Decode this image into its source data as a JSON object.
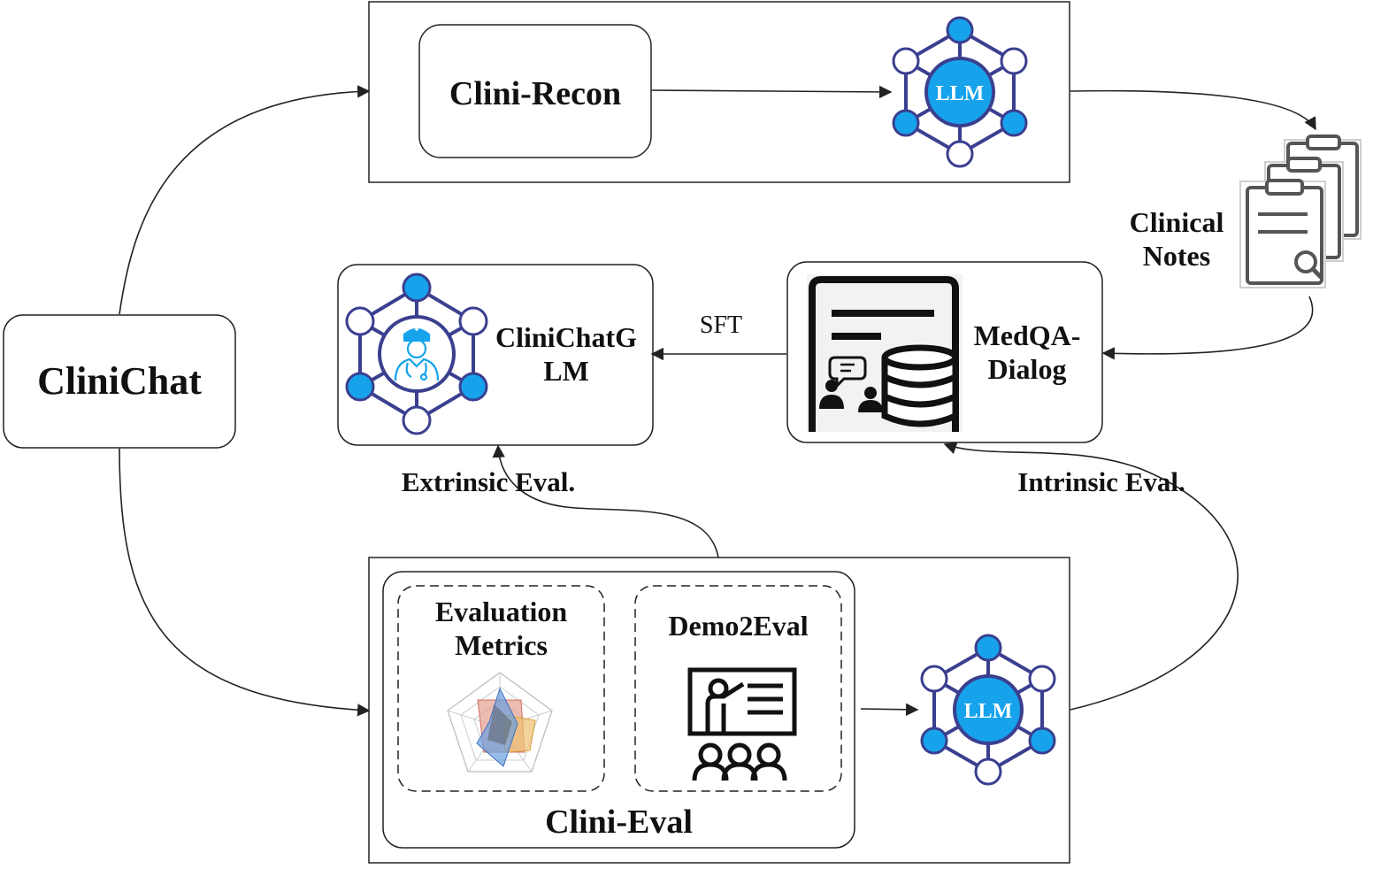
{
  "nodes": {
    "clinichat": "CliniChat",
    "clini_recon": "Clini-Recon",
    "llm_top": "LLM",
    "llm_bottom": "LLM",
    "clinical_notes_line1": "Clinical",
    "clinical_notes_line2": "Notes",
    "medqa_line1": "MedQA-",
    "medqa_line2": "Dialog",
    "clinichatglm_line1": "CliniChatG",
    "clinichatglm_line2": "LM",
    "evaluation_metrics_line1": "Evaluation",
    "evaluation_metrics_line2": "Metrics",
    "demo2eval": "Demo2Eval",
    "clini_eval": "Clini-Eval"
  },
  "edges": {
    "sft": "SFT",
    "extrinsic_eval": "Extrinsic Eval.",
    "intrinsic_eval": "Intrinsic Eval."
  },
  "colors": {
    "accent_blue": "#16a3ec",
    "node_outline": "#3a3f8f",
    "line": "#222222"
  },
  "icons": {
    "llm": "llm-network-icon",
    "notes": "clipboard-stack-icon",
    "dataset": "dialog-database-icon",
    "doctor": "doctor-icon",
    "radar": "radar-chart-icon",
    "teacher": "teaching-presentation-icon"
  }
}
